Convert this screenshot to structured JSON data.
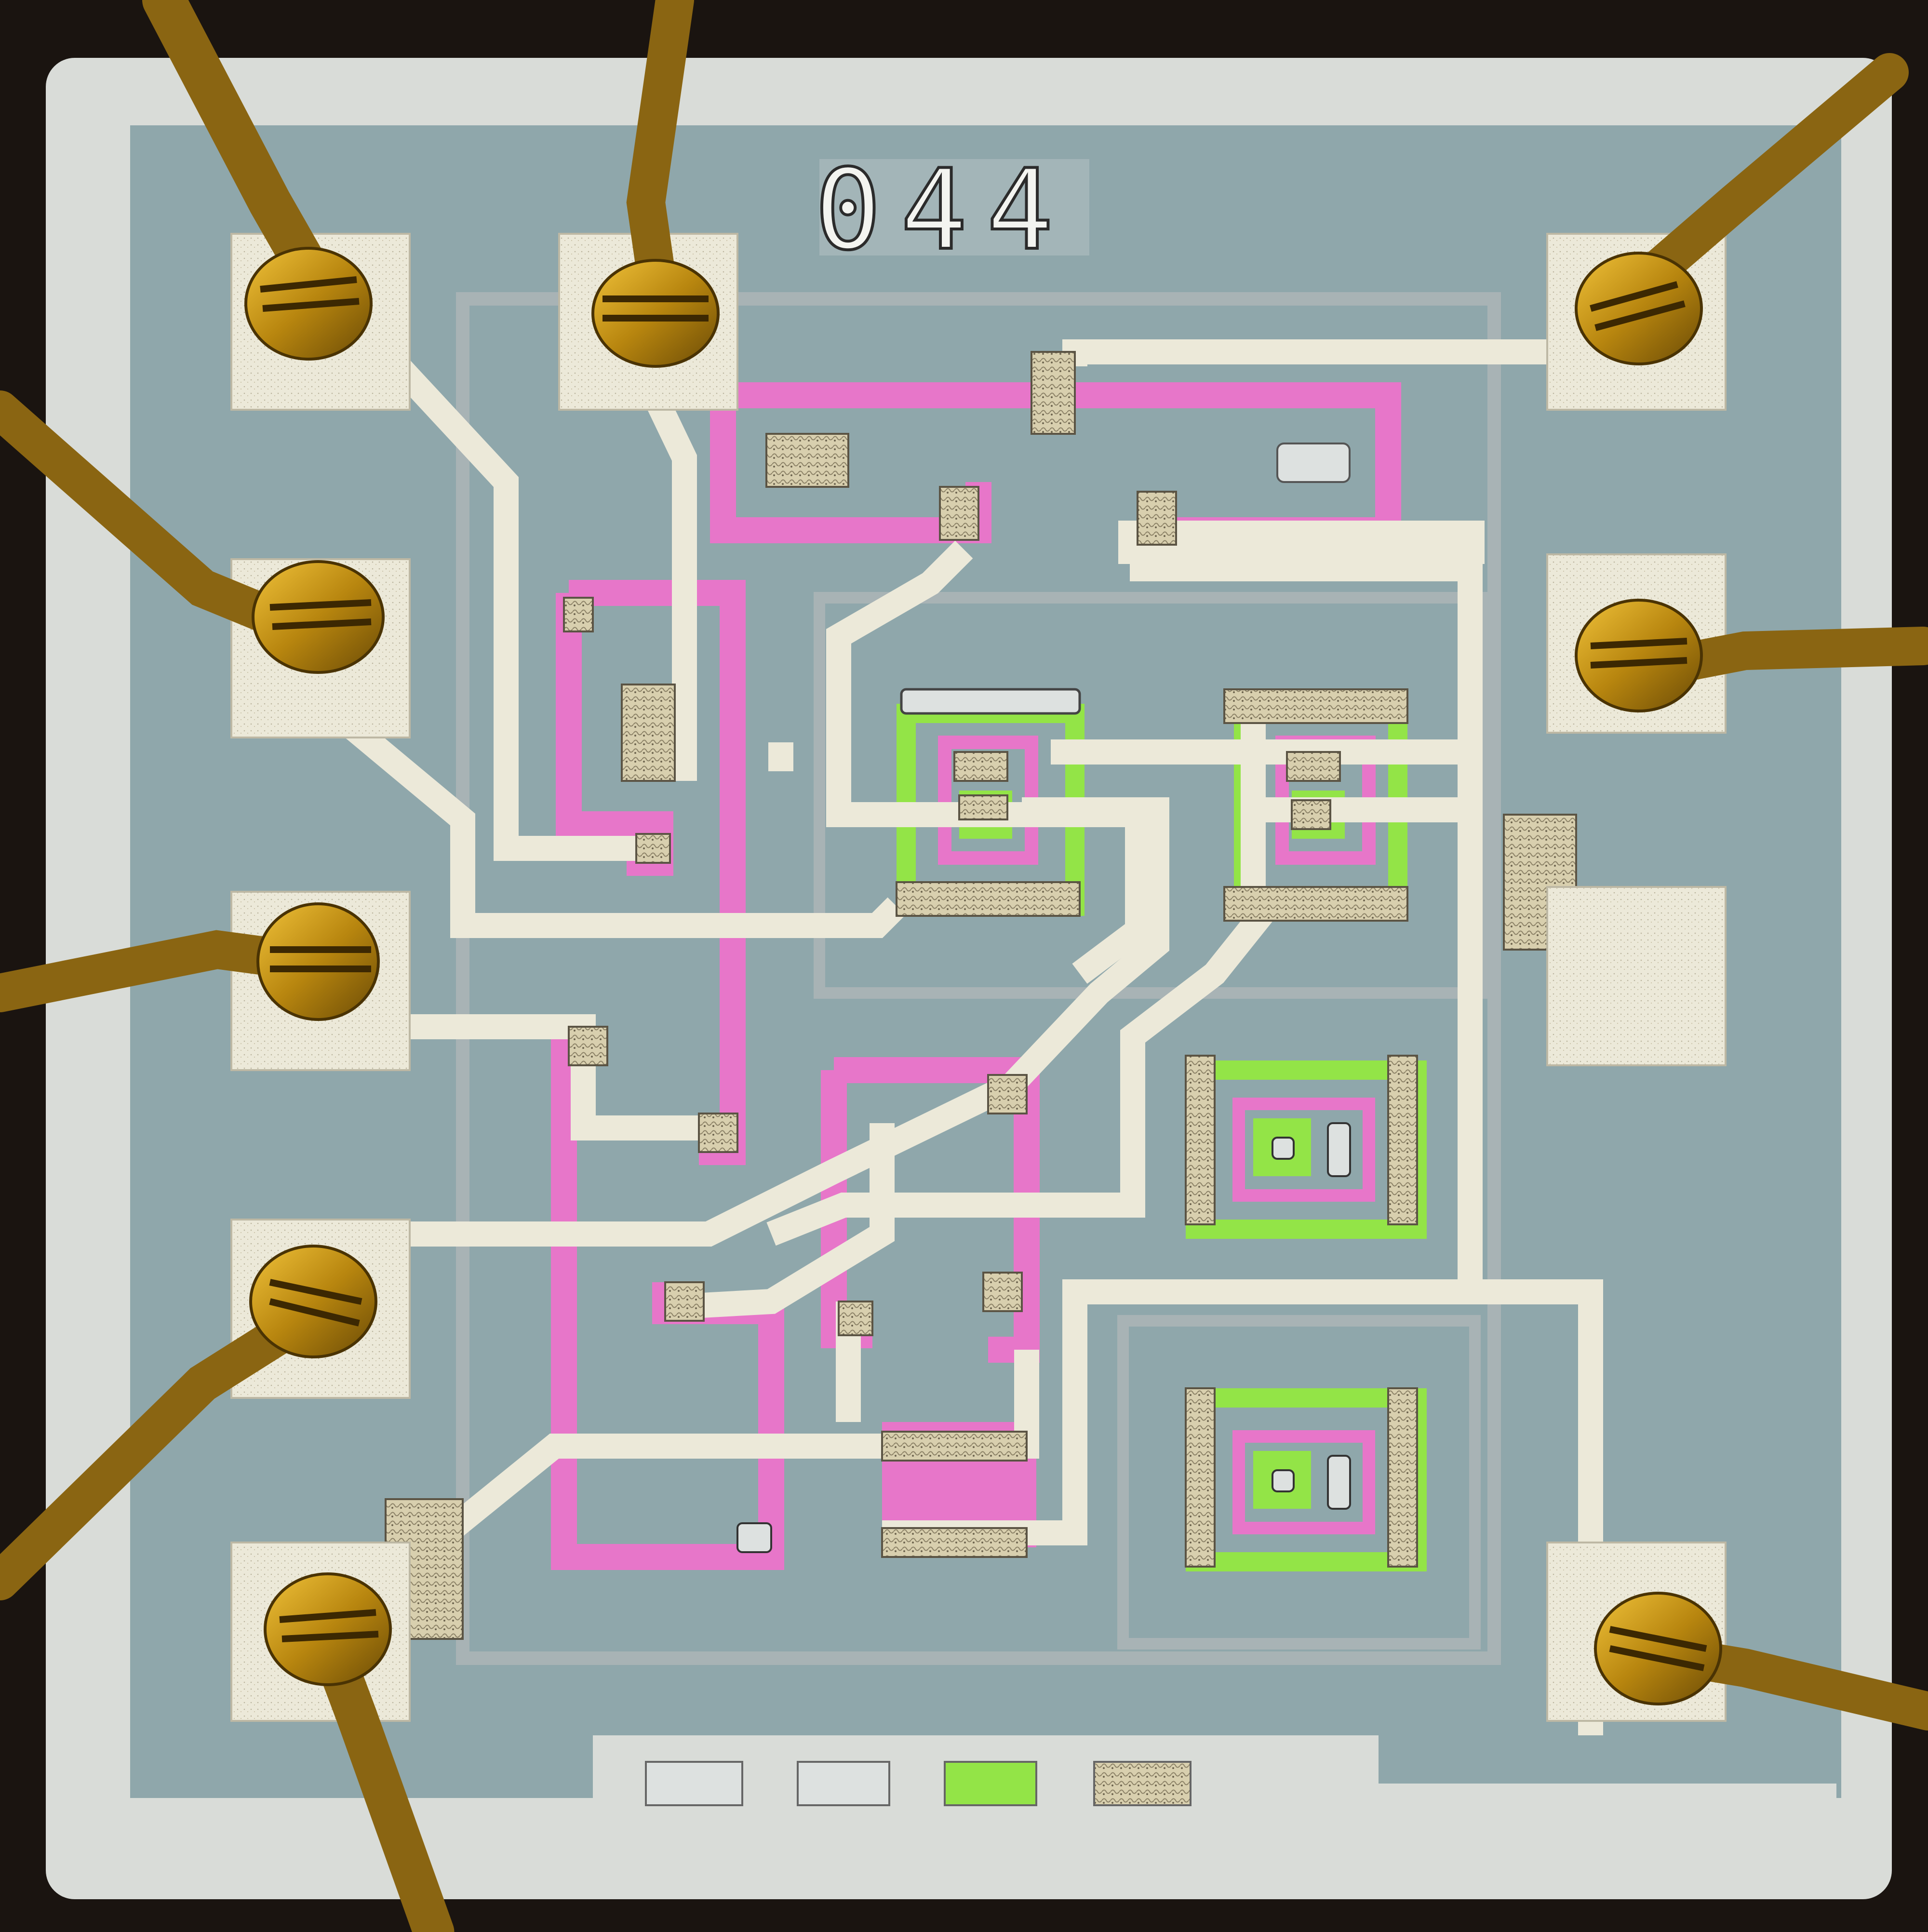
{
  "die": {
    "marking": "044"
  },
  "colors": {
    "background": "#1a1410",
    "die_edge": "#d9dcd8",
    "substrate": "#8fa7ab",
    "isolation": "#a8b3b5",
    "metal": "#ece9d9",
    "contact": "#cfc7a8",
    "base_diffusion": "#e776c9",
    "emitter_diffusion": "#93e447",
    "gold_ball": "#c49417",
    "gold_wire": "#8a6512"
  },
  "bond_pads": [
    {
      "id": "top-left-1"
    },
    {
      "id": "top-left-2"
    },
    {
      "id": "left-2"
    },
    {
      "id": "left-3"
    },
    {
      "id": "left-4"
    },
    {
      "id": "left-5"
    },
    {
      "id": "top-right-1"
    },
    {
      "id": "right-2"
    },
    {
      "id": "right-3"
    },
    {
      "id": "right-4"
    }
  ],
  "test_structures": [
    {
      "kind": "metal"
    },
    {
      "kind": "metal"
    },
    {
      "kind": "emitter"
    },
    {
      "kind": "contact"
    }
  ]
}
